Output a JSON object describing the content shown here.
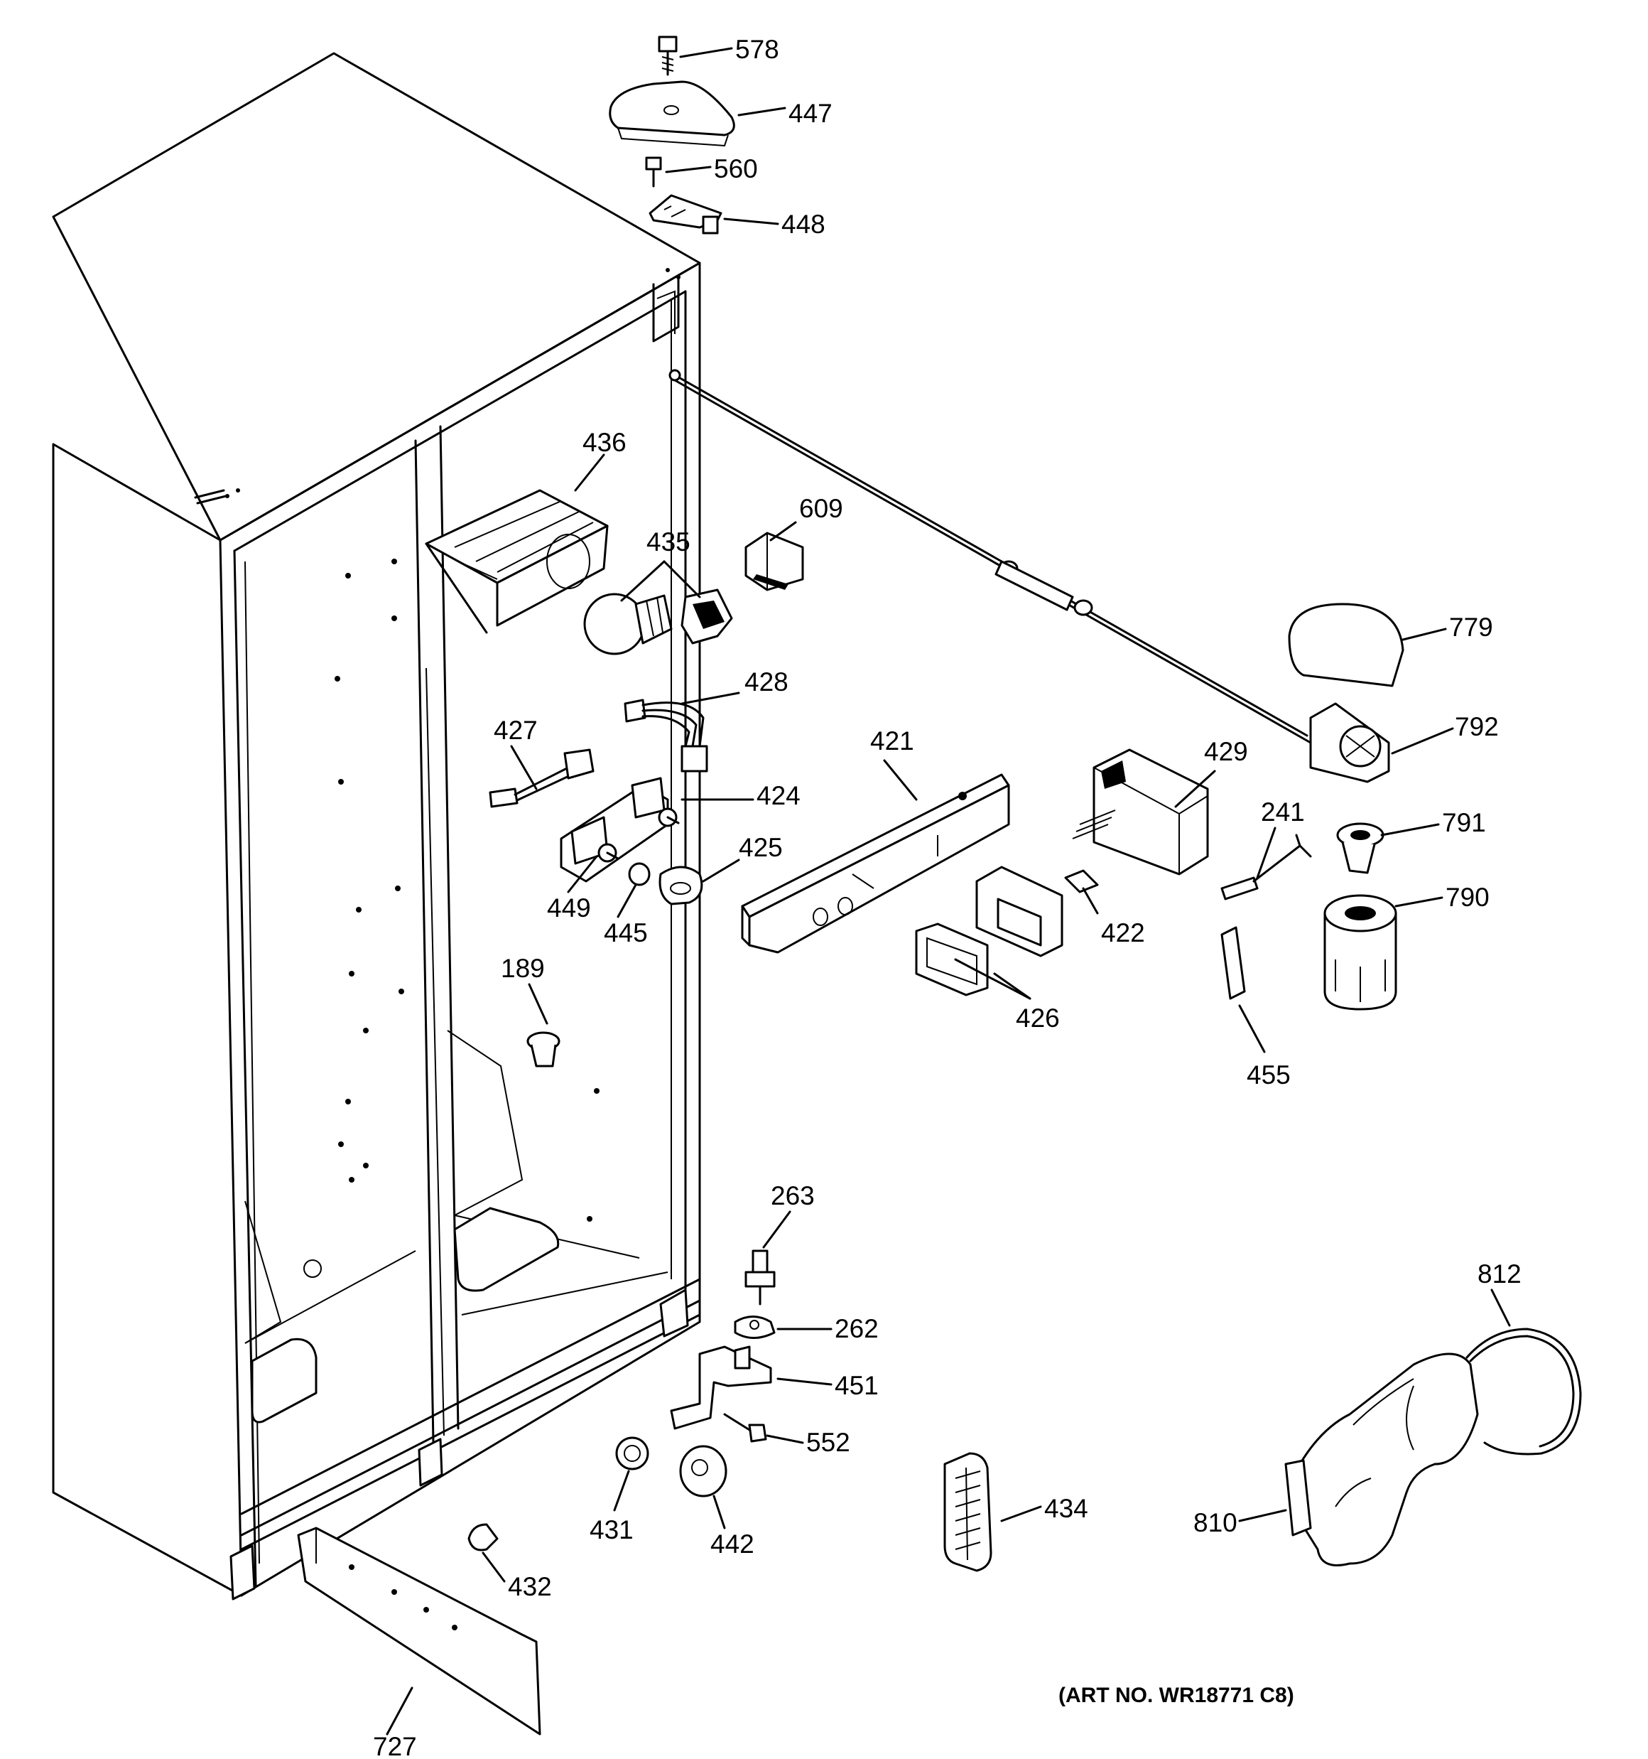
{
  "diagram": {
    "callouts": [
      {
        "id": "578",
        "text": "578"
      },
      {
        "id": "447",
        "text": "447"
      },
      {
        "id": "560",
        "text": "560"
      },
      {
        "id": "448",
        "text": "448"
      },
      {
        "id": "436",
        "text": "436"
      },
      {
        "id": "609",
        "text": "609"
      },
      {
        "id": "435",
        "text": "435"
      },
      {
        "id": "779",
        "text": "779"
      },
      {
        "id": "428",
        "text": "428"
      },
      {
        "id": "792",
        "text": "792"
      },
      {
        "id": "427",
        "text": "427"
      },
      {
        "id": "421",
        "text": "421"
      },
      {
        "id": "429",
        "text": "429"
      },
      {
        "id": "424",
        "text": "424"
      },
      {
        "id": "241",
        "text": "241"
      },
      {
        "id": "791",
        "text": "791"
      },
      {
        "id": "425",
        "text": "425"
      },
      {
        "id": "790",
        "text": "790"
      },
      {
        "id": "449",
        "text": "449"
      },
      {
        "id": "445",
        "text": "445"
      },
      {
        "id": "422",
        "text": "422"
      },
      {
        "id": "189",
        "text": "189"
      },
      {
        "id": "426",
        "text": "426"
      },
      {
        "id": "455",
        "text": "455"
      },
      {
        "id": "263",
        "text": "263"
      },
      {
        "id": "812",
        "text": "812"
      },
      {
        "id": "262",
        "text": "262"
      },
      {
        "id": "451",
        "text": "451"
      },
      {
        "id": "552",
        "text": "552"
      },
      {
        "id": "434",
        "text": "434"
      },
      {
        "id": "431",
        "text": "431"
      },
      {
        "id": "442",
        "text": "442"
      },
      {
        "id": "810",
        "text": "810"
      },
      {
        "id": "432",
        "text": "432"
      },
      {
        "id": "727",
        "text": "727"
      }
    ],
    "art_number": "(ART NO. WR18771 C8)"
  }
}
